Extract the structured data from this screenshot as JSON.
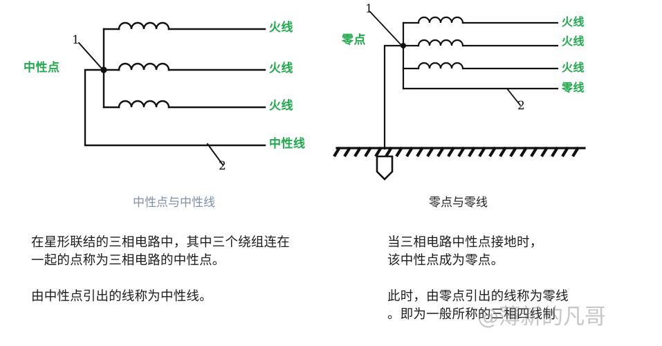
{
  "background_color": "#ffffff",
  "accent_green": "#1faa4b",
  "caption_left_color": "#7f90a8",
  "caption_right_color": "#232323",
  "diagrams": {
    "left": {
      "name": "star-connected-three-phase-neutral-point",
      "caption": "中性点与中性线",
      "point_label": "中性点",
      "leader_1": "1",
      "leader_2": "2",
      "output_labels": [
        {
          "text": "火线"
        },
        {
          "text": "火线"
        },
        {
          "text": "火线"
        },
        {
          "text": "中性线"
        }
      ]
    },
    "right": {
      "name": "grounded-neutral-zero-point",
      "caption": "零点与零线",
      "point_label": "零点",
      "leader_1": "1",
      "leader_2": "2",
      "output_labels": [
        {
          "text": "火线"
        },
        {
          "text": "火线"
        },
        {
          "text": "火线"
        },
        {
          "text": "零线"
        }
      ]
    }
  },
  "body": {
    "left": {
      "paragraph_1_line_1": "在星形联结的三相电路中，其中三个绕组连在",
      "paragraph_1_line_2": "一起的点称为三相电路的中性点。",
      "paragraph_2_line_1": "由中性点引出的线称为中性线。"
    },
    "right": {
      "paragraph_1_line_1": "当三相电路中性点接地时，",
      "paragraph_1_line_2": "该中性点成为零点。",
      "paragraph_2_line_1": "此时，由零点引出的线称为零线",
      "paragraph_2_line_2": "。即为一般所称的三相四线制"
    }
  },
  "watermark": {
    "text": "@薄新的凡哥"
  }
}
